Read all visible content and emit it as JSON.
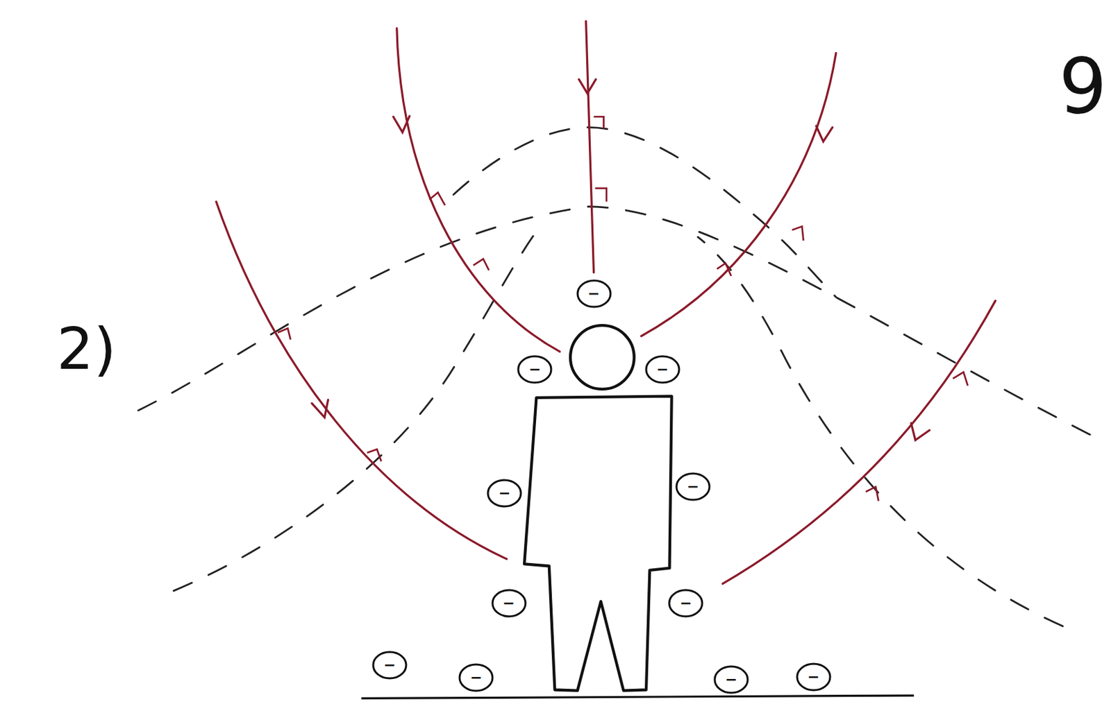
{
  "diagram": {
    "nodes": [
      {
        "text": [
          "−"
        ]
      },
      {
        "text": [
          "−"
        ]
      },
      {
        "text": [
          "−"
        ]
      },
      {
        "text": [
          "−"
        ]
      },
      {
        "text": [
          "−"
        ]
      },
      {
        "text": [
          "−"
        ]
      },
      {
        "text": [
          "−"
        ]
      },
      {
        "text": [
          "−"
        ]
      },
      {
        "text": [
          "−"
        ]
      },
      {
        "text": [
          "−"
        ]
      },
      {
        "text": [
          "−"
        ]
      }
    ],
    "labels": [
      "9",
      "2)"
    ]
  }
}
